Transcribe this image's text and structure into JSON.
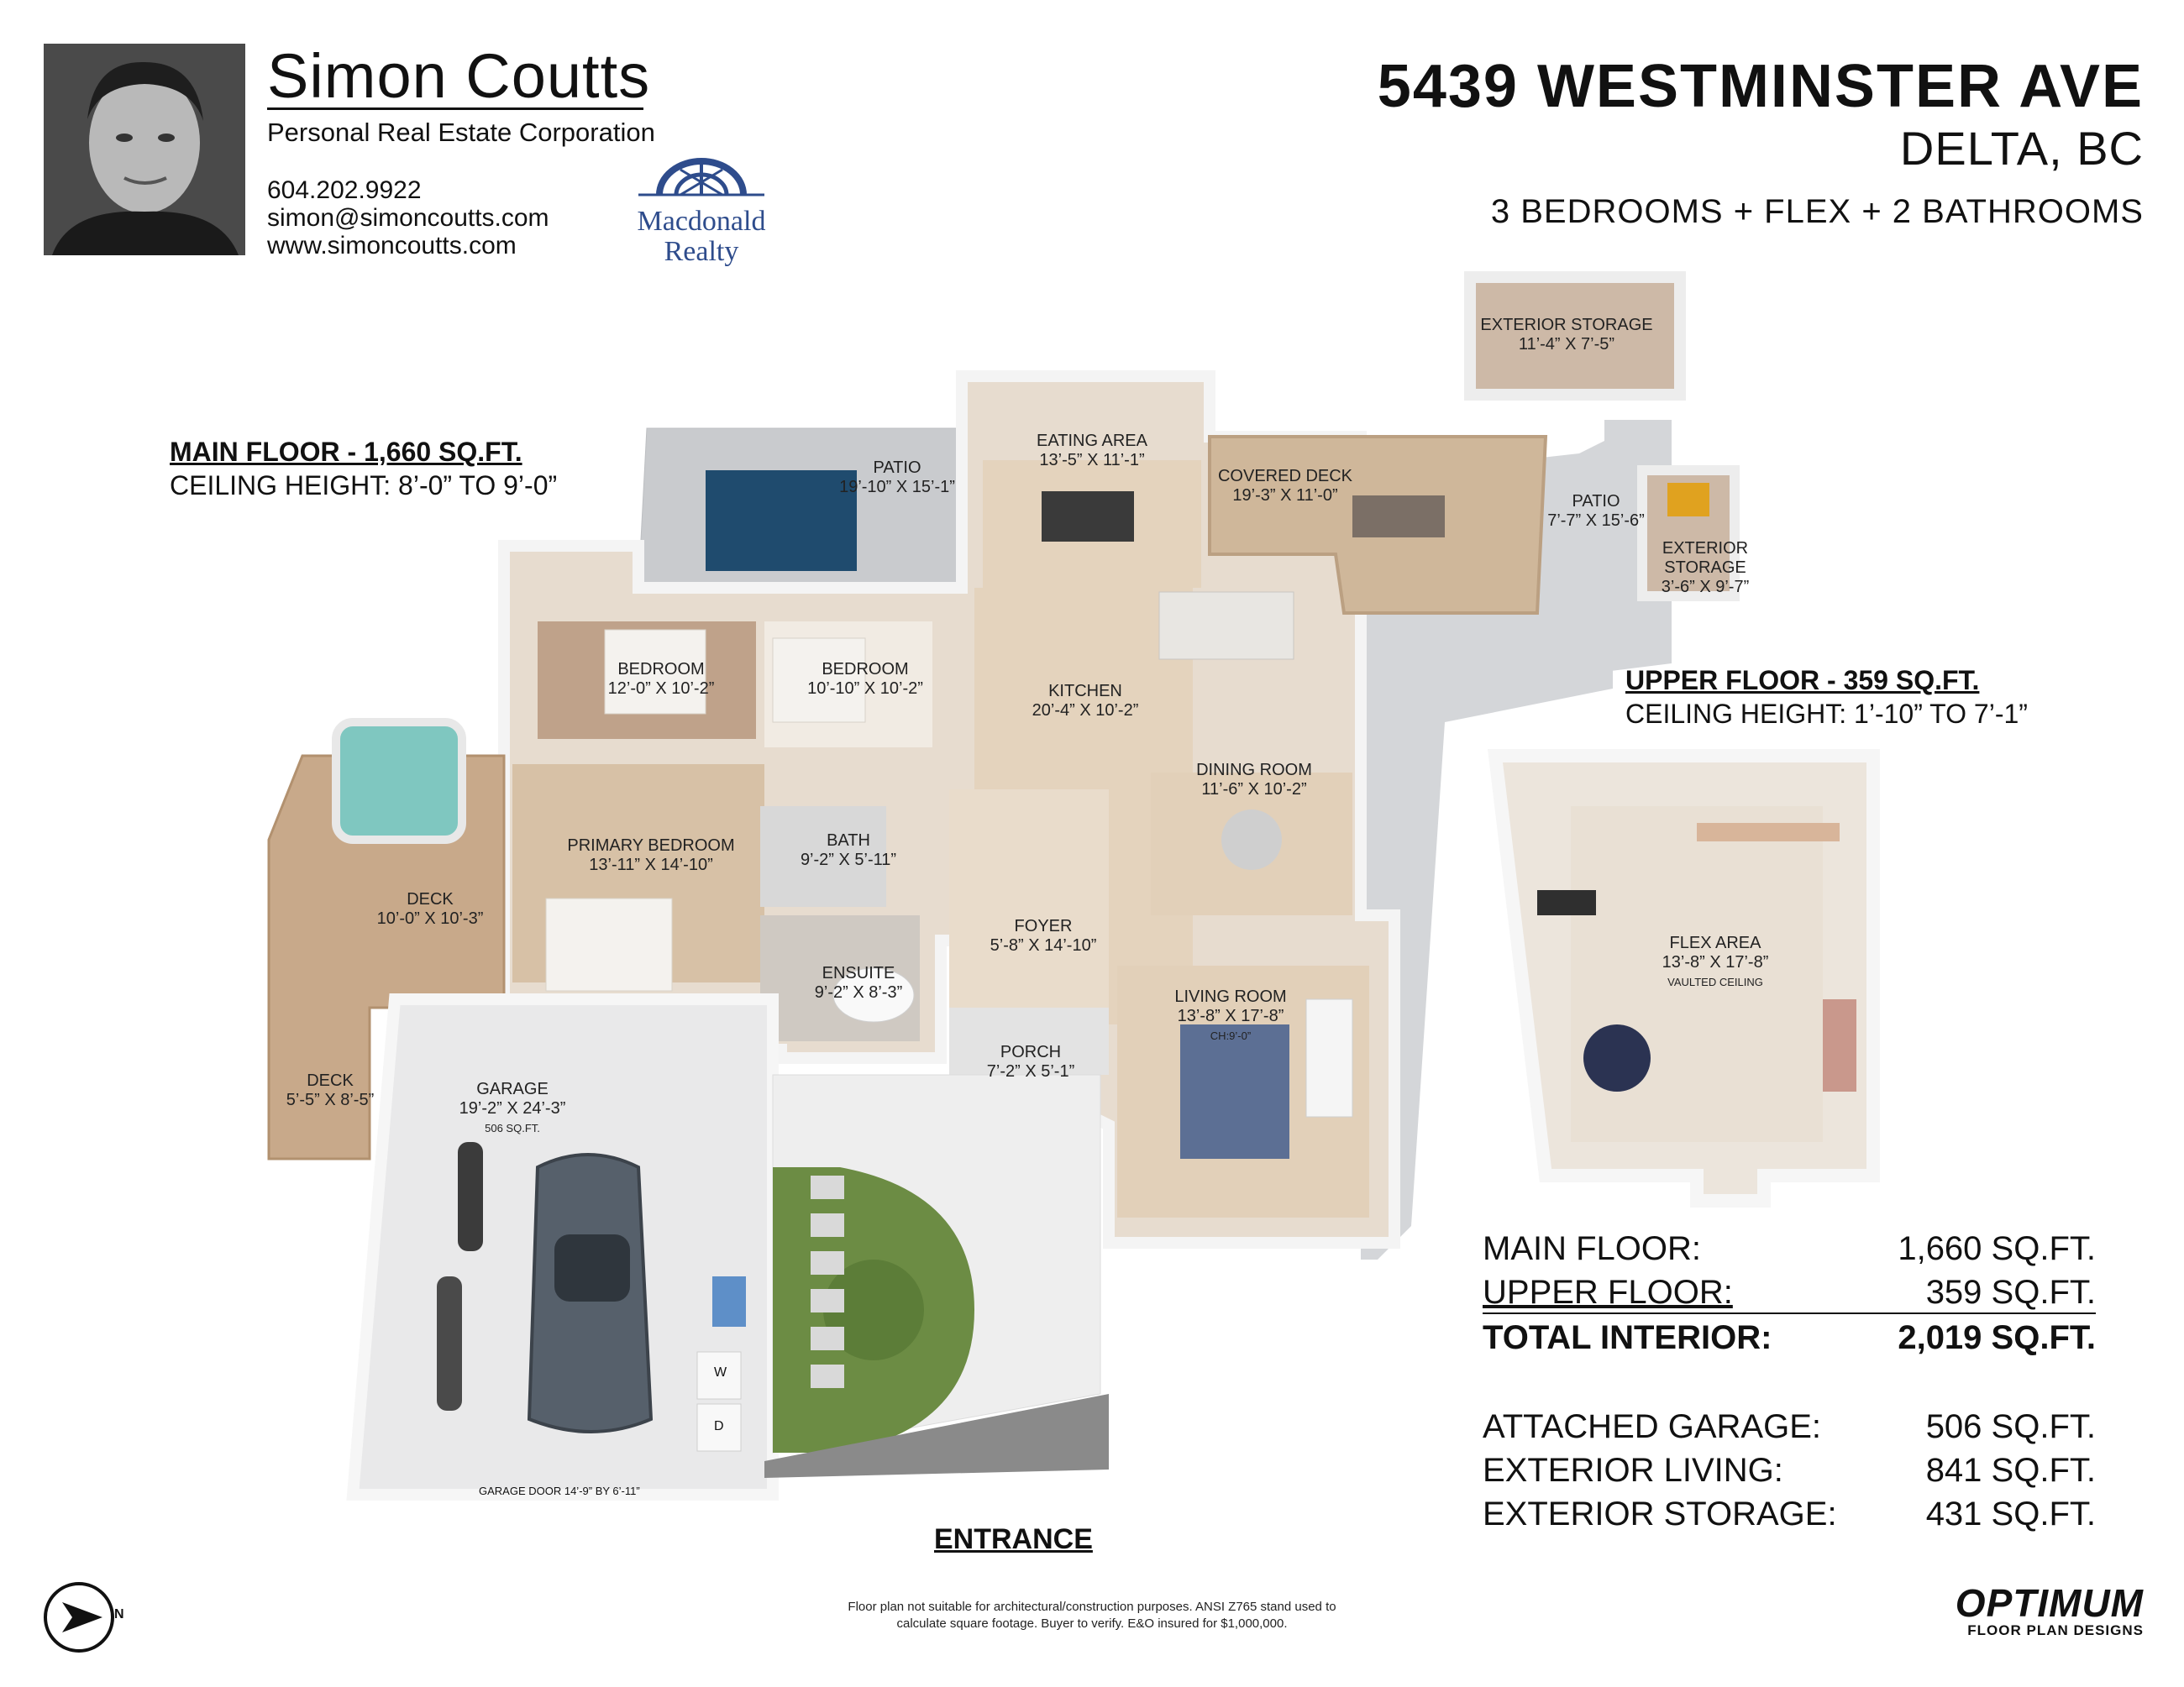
{
  "agent": {
    "name": "Simon Coutts",
    "corporation": "Personal Real Estate Corporation",
    "phone": "604.202.9922",
    "email": "simon@simoncoutts.com",
    "website": "www.simoncoutts.com"
  },
  "brokerage": {
    "line1": "Macdonald",
    "line2": "Realty"
  },
  "property": {
    "address": "5439 WESTMINSTER AVE",
    "city": "DELTA, BC",
    "summary": "3 BEDROOMS + FLEX + 2 BATHROOMS"
  },
  "main_floor": {
    "title": "MAIN FLOOR - 1,660 SQ.FT.",
    "ceiling": "CEILING HEIGHT: 8’-0” TO 9’-0”"
  },
  "upper_floor": {
    "title": "UPPER FLOOR - 359 SQ.FT.",
    "ceiling": "CEILING HEIGHT: 1’-10” TO 7’-1”"
  },
  "rooms": [
    {
      "name": "PATIO",
      "dim": "19’-10” X 15’-1”"
    },
    {
      "name": "EATING AREA",
      "dim": "13’-5” X 11’-1”"
    },
    {
      "name": "COVERED DECK",
      "dim": "19’-3” X 11’-0”"
    },
    {
      "name": "EXTERIOR STORAGE",
      "dim": "11’-4” X 7’-5”"
    },
    {
      "name": "PATIO",
      "dim": "7’-7” X 15’-6”"
    },
    {
      "name": "EXTERIOR STORAGE",
      "dim": "3’-6” X 9’-7”"
    },
    {
      "name": "BEDROOM",
      "dim": "12’-0” X 10’-2”"
    },
    {
      "name": "BEDROOM",
      "dim": "10’-10” X 10’-2”"
    },
    {
      "name": "KITCHEN",
      "dim": "20’-4” X 10’-2”"
    },
    {
      "name": "DINING ROOM",
      "dim": "11’-6” X 10’-2”"
    },
    {
      "name": "PRIMARY BEDROOM",
      "dim": "13’-11” X 14’-10”"
    },
    {
      "name": "BATH",
      "dim": "9’-2” X 5’-11”"
    },
    {
      "name": "DECK",
      "dim": "10’-0” X 10’-3”"
    },
    {
      "name": "FOYER",
      "dim": "5’-8” X 14’-10”"
    },
    {
      "name": "ENSUITE",
      "dim": "9’-2” X 8’-3”"
    },
    {
      "name": "LIVING ROOM",
      "dim": "13’-8” X 17’-8”",
      "sub": "CH:9’-0”"
    },
    {
      "name": "PORCH",
      "dim": "7’-2” X 5’-1”"
    },
    {
      "name": "DECK",
      "dim": "5’-5” X 8’-5”"
    },
    {
      "name": "GARAGE",
      "dim": "19’-2” X 24’-3”",
      "sub": "506 SQ.FT."
    },
    {
      "name": "FLEX AREA",
      "dim": "13’-8” X 17’-8”",
      "sub": "VAULTED CEILING"
    }
  ],
  "garage_door": "GARAGE DOOR 14’-9” BY 6’-11”",
  "washer_label": "W",
  "dryer_label": "D",
  "entrance": "ENTRANCE",
  "area_summary": [
    {
      "label": "MAIN FLOOR:",
      "value": "1,660 SQ.FT."
    },
    {
      "label": "UPPER FLOOR:",
      "value": "359 SQ.FT."
    },
    {
      "label": "TOTAL INTERIOR:",
      "value": "2,019 SQ.FT."
    },
    {
      "label": "ATTACHED GARAGE:",
      "value": "506 SQ.FT."
    },
    {
      "label": "EXTERIOR LIVING:",
      "value": "841 SQ.FT."
    },
    {
      "label": "EXTERIOR STORAGE:",
      "value": "431 SQ.FT."
    }
  ],
  "disclaimer": {
    "line1": "Floor plan not suitable for architectural/construction purposes. ANSI Z765 stand used to",
    "line2": "calculate square footage. Buyer to verify.  E&O insured for $1,000,000."
  },
  "compass_label": "N",
  "company": {
    "word": "OPTIMUM",
    "sub": "FLOOR PLAN DESIGNS"
  }
}
